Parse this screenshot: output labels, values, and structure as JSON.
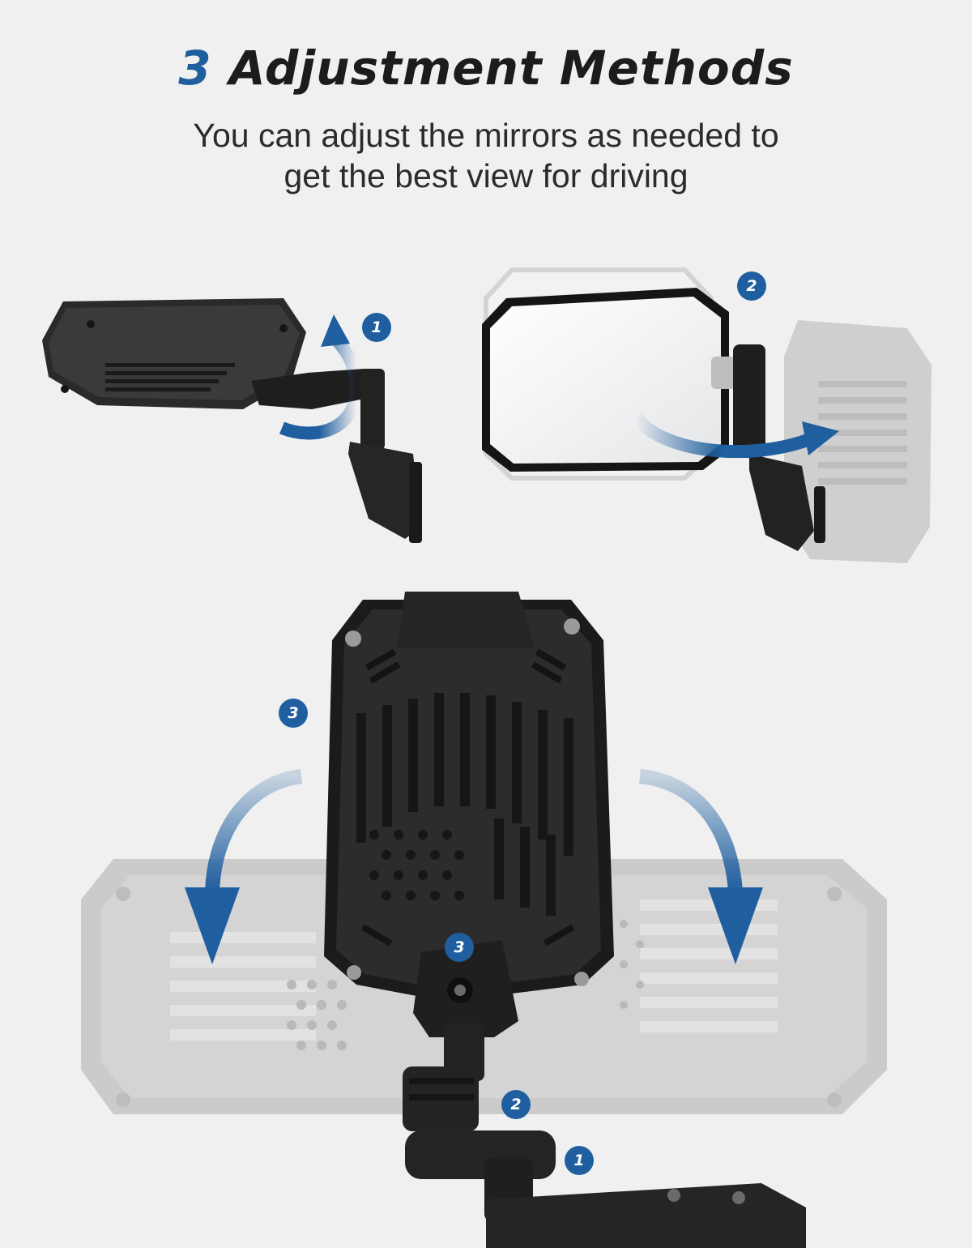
{
  "header": {
    "title_number": "3",
    "title_text": "Adjustment Methods",
    "subtitle_line1": "You can adjust the mirrors as needed to",
    "subtitle_line2": "get the best view for driving"
  },
  "badges": {
    "top_left": "1",
    "top_right": "2",
    "bottom_label": "3",
    "bottom_joint_3": "3",
    "bottom_joint_2": "2",
    "bottom_joint_1": "1"
  },
  "colors": {
    "background": "#f0f0f0",
    "accent": "#1f5fa0",
    "title": "#1c1c1c",
    "mirror_black": "#202020",
    "ghost_gray": "#c9c9c9"
  },
  "icons": [
    "rotate-arrow-icon",
    "swing-arrow-icon",
    "tilt-down-arrow-icon",
    "flag-stars-icon"
  ]
}
